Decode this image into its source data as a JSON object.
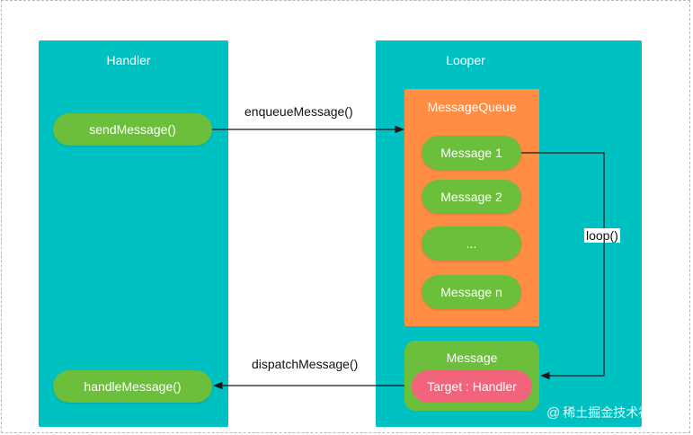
{
  "handler": {
    "title": "Handler",
    "send_label": "sendMessage()",
    "handle_label": "handleMessage()"
  },
  "looper": {
    "title": "Looper",
    "queue_title": "MessageQueue",
    "messages": [
      "Message 1",
      "Message 2",
      "...",
      "Message n"
    ],
    "current_message": {
      "title": "Message",
      "target_label": "Target : Handler"
    }
  },
  "arrows": {
    "enqueue_label": "enqueueMessage()",
    "dispatch_label": "dispatchMessage()",
    "loop_label": "loop()"
  },
  "watermark": {
    "symbol": "@",
    "text": "稀土掘金技术社区"
  },
  "colors": {
    "panel": "#00c1c1",
    "queue": "#ff8d44",
    "pill": "#6cbf3b",
    "target": "#f2647c",
    "arrow": "#1a1a1a"
  }
}
